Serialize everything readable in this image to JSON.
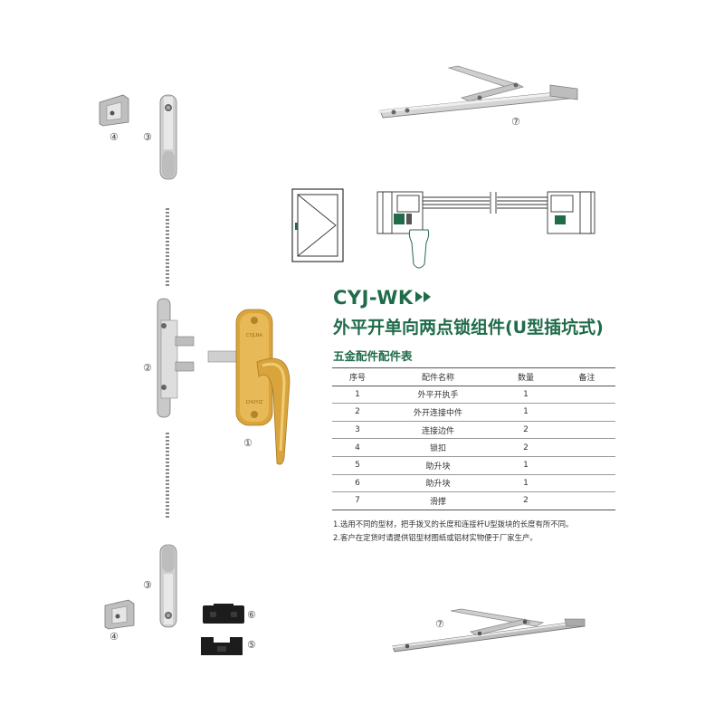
{
  "header": {
    "model": "CYJ-WK",
    "title": "外平开单向两点锁组件(U型插坑式)",
    "subtitle": "五金配件配件表"
  },
  "table": {
    "headers": [
      "序号",
      "配件名称",
      "数量",
      "备注"
    ],
    "rows": [
      [
        "1",
        "外平开执手",
        "1",
        ""
      ],
      [
        "2",
        "外开连接中件",
        "1",
        ""
      ],
      [
        "3",
        "连接边件",
        "2",
        ""
      ],
      [
        "4",
        "锁扣",
        "2",
        ""
      ],
      [
        "5",
        "助升块",
        "1",
        ""
      ],
      [
        "6",
        "助升块",
        "1",
        ""
      ],
      [
        "7",
        "滑撑",
        "2",
        ""
      ]
    ]
  },
  "notes": [
    "1.选用不同的型材，把手拨叉的长度和连接杆U型拨块的长度有所不同。",
    "2.客户在定货时请提供铝型材图纸或铝材实物便于厂家生产。"
  ],
  "callouts": {
    "c1": "①",
    "c2": "②",
    "c3": "③",
    "c4": "④",
    "c5": "⑤",
    "c6": "⑥",
    "c7": "⑦"
  },
  "handle_engraving": {
    "top": "CYJLNA",
    "bottom": "CHUYIZ"
  },
  "colors": {
    "brand_green": "#1f6b4a",
    "handle_gold": "#d9a43c",
    "metal_silver": "#c9c9c9",
    "plastic_black": "#1c1c1c"
  }
}
